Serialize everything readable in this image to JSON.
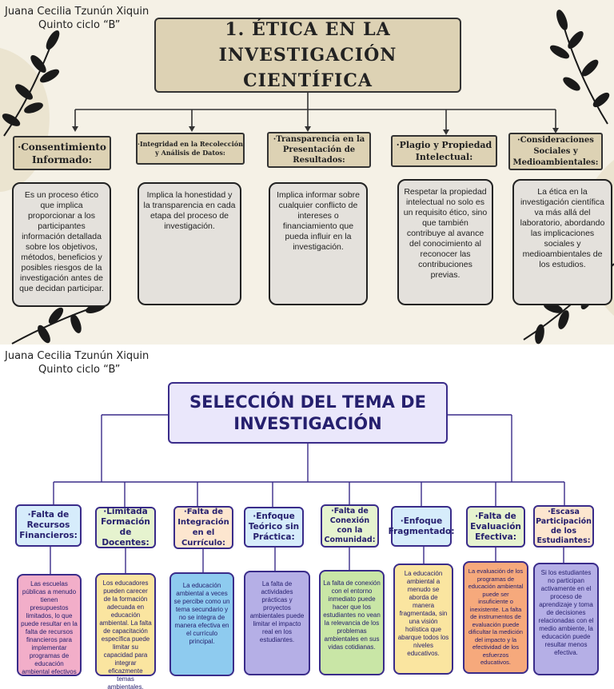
{
  "panel1": {
    "author": [
      "Juana Cecilia Tzunún Xiquin",
      "Quinto ciclo “B”"
    ],
    "title_lines": [
      "1.  ÉTICA EN LA",
      "INVESTIGACIÓN CIENTÍFICA"
    ],
    "headings": [
      "·Consentimiento Informado:",
      "·Integridad en la Recolección y Análisis de Datos:",
      "·Transparencia en la Presentación de Resultados:",
      "·Plagio y Propiedad Intelectual:",
      "·Consideraciones Sociales y Medioambientales:"
    ],
    "descriptions": [
      "Es un proceso ético que implica proporcionar a los participantes información detallada sobre los objetivos, métodos, beneficios y posibles riesgos de la investigación antes de que decidan participar.",
      "Implica la honestidad y la transparencia en cada etapa del proceso de investigación.",
      "Implica informar sobre cualquier conflicto de intereses o financiamiento que pueda influir en la investigación.",
      "Respetar la propiedad intelectual no solo es un requisito ético, sino que también contribuye al avance del conocimiento al reconocer las contribuciones previas.",
      "La ética en la investigación científica va más allá del laboratorio, abordando las implicaciones sociales y medioambientales de los estudios."
    ],
    "colors": {
      "background": "#f5f1e6",
      "box": "#ddd2b4",
      "desc": "#e4e1dc",
      "leaf": "#1a1a1a"
    }
  },
  "panel2": {
    "author": [
      "Juana Cecilia Tzunún Xiquin",
      "Quinto ciclo “B”"
    ],
    "title_lines": [
      "SELECCIÓN DEL TEMA DE",
      "INVESTIGACIÓN"
    ],
    "headings": [
      "·Falta de Recursos Financieros:",
      "·Limitada Formación de Docentes:",
      "·Falta de Integración en el Currículo:",
      "·Enfoque Teórico sin Práctica:",
      "·Falta de Conexión con la Comunidad:",
      "·Enfoque Fragmentado:",
      "·Falta de Evaluación Efectiva:",
      "·Escasa Participación de los Estudiantes:"
    ],
    "descriptions": [
      "Las escuelas públicas a menudo tienen presupuestos limitados, lo que puede resultar en la falta de recursos financieros para implementar programas de educación ambiental efectivos",
      "Los educadores pueden carecer de la formación adecuada en educación ambiental. La falta de capacitación específica puede limitar su capacidad para integrar eficazmente temas ambientales.",
      "La educación ambiental a veces se percibe como un tema secundario y no se integra de manera efectiva en el currículo principal.",
      "La falta de actividades prácticas y proyectos ambientales puede limitar el impacto real en los estudiantes.",
      "La falta de conexión con el entorno inmediato puede hacer que los estudiantes no vean la relevancia de los problemas ambientales en sus vidas cotidianas.",
      "La educación ambiental a menudo se aborda de manera fragmentada, sin una visión holística que abarque todos los niveles educativos.",
      "La evaluación de los programas de educación ambiental puede ser insuficiente o inexistente. La falta de instrumentos de evaluación puede dificultar la medición del impacto y la efectividad de los esfuerzos educativos.",
      "Si los estudiantes no participan activamente en el proceso de aprendizaje y toma de decisiones relacionadas con el medio ambiente, la educación puede resultar menos efectiva."
    ],
    "heading_colors": [
      "#d6ecfb",
      "#e6f3cf",
      "#fde6cf",
      "#d6ecfb",
      "#e6f3cf",
      "#d6ecfb",
      "#e6f3cf",
      "#fde6cf"
    ],
    "desc_colors": [
      "#f2aec9",
      "#fae5a0",
      "#8ecbef",
      "#b5afe6",
      "#c9e6a6",
      "#fae5a0",
      "#f6a97c",
      "#b5afe6"
    ],
    "colors": {
      "accent": "#3a2c8a",
      "title_bg": "#eae7fb"
    }
  }
}
